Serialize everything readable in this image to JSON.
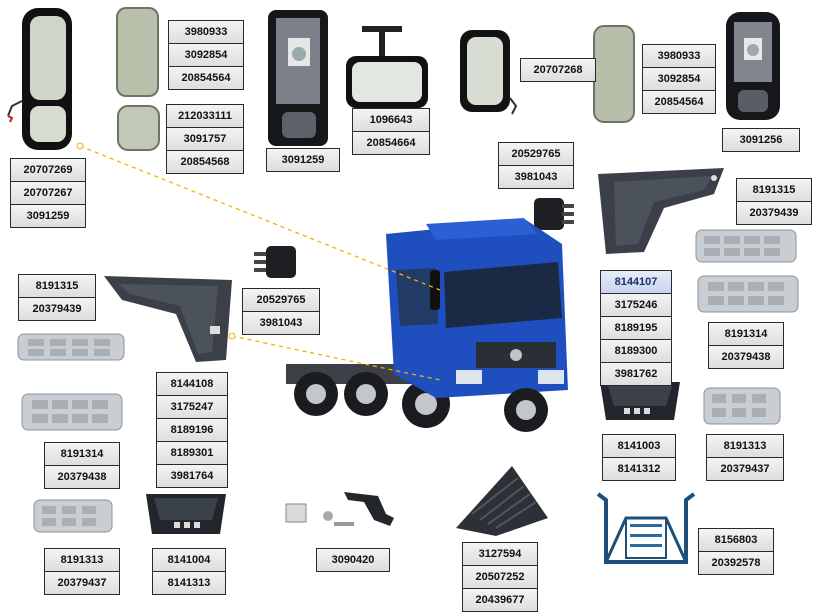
{
  "groups": [
    {
      "id": "mirror-main-left",
      "numbers": [
        "20707269",
        "20707267",
        "3091259"
      ]
    },
    {
      "id": "mirror-glass-upper-left",
      "numbers": [
        "3980933",
        "3092854",
        "20854564"
      ]
    },
    {
      "id": "mirror-glass-lower-left",
      "numbers": [
        "212033111",
        "3091757",
        "20854568"
      ]
    },
    {
      "id": "mirror-housing-left",
      "numbers": [
        "3091259"
      ]
    },
    {
      "id": "front-mirror",
      "numbers": [
        "1096643",
        "20854664"
      ]
    },
    {
      "id": "mirror-right",
      "numbers": [
        "20707268"
      ]
    },
    {
      "id": "mirror-glass-right",
      "numbers": [
        "3980933",
        "3092854",
        "20854564"
      ]
    },
    {
      "id": "mirror-housing-right",
      "numbers": [
        "3091256"
      ]
    },
    {
      "id": "mount-right",
      "numbers": [
        "20529765",
        "3981043"
      ]
    },
    {
      "id": "step-panel-right",
      "numbers": [
        "8191315",
        "20379439"
      ]
    },
    {
      "id": "step-panel-left",
      "numbers": [
        "8191315",
        "20379439"
      ]
    },
    {
      "id": "mount-left",
      "numbers": [
        "20529765",
        "3981043"
      ]
    },
    {
      "id": "step-bracket-right",
      "numbers": [
        "8144107",
        "3175246",
        "8189195",
        "8189300",
        "3981762"
      ],
      "highlight_first": true
    },
    {
      "id": "step-plate-right-upper",
      "numbers": [
        "8191314",
        "20379438"
      ]
    },
    {
      "id": "step-bracket-left",
      "numbers": [
        "8144108",
        "3175247",
        "8189196",
        "8189301",
        "3981764"
      ]
    },
    {
      "id": "step-plate-left",
      "numbers": [
        "8191314",
        "20379438"
      ]
    },
    {
      "id": "step-box-right",
      "numbers": [
        "8141003",
        "8141312"
      ]
    },
    {
      "id": "step-plate-right-lower",
      "numbers": [
        "8191313",
        "20379437"
      ]
    },
    {
      "id": "step-plate-left-lower",
      "numbers": [
        "8191313",
        "20379437"
      ]
    },
    {
      "id": "step-box-left",
      "numbers": [
        "8141004",
        "8141313"
      ]
    },
    {
      "id": "bracket-kit",
      "numbers": [
        "3090420"
      ]
    },
    {
      "id": "roof-deflector",
      "numbers": [
        "3127594",
        "20507252",
        "20439677"
      ]
    },
    {
      "id": "step-ladder",
      "numbers": [
        "8156803",
        "20392578"
      ]
    }
  ],
  "colors": {
    "truck_blue": "#1f4fbf",
    "label_border": "#2a2a2a",
    "leader_line": "#f0b400",
    "part_dark": "#2b2f36",
    "part_metal": "#c9ced3"
  }
}
